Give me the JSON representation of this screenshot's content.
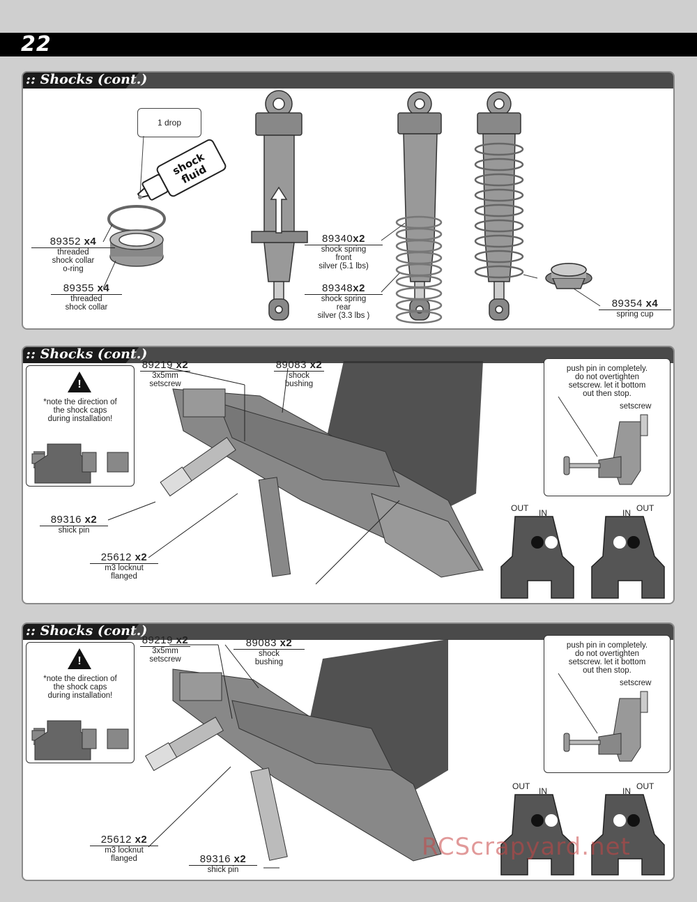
{
  "page": {
    "number": "22"
  },
  "panels": [
    {
      "title": ":: Shocks (cont.)",
      "callouts": {
        "drop": "1 drop",
        "bottle_label_1": "shock",
        "bottle_label_2": "fluid",
        "oring_pn": "89352",
        "oring_qty": "x4",
        "oring_desc": [
          "threaded",
          "shock collar",
          "o-ring"
        ],
        "collar_pn": "89355",
        "collar_qty": "x4",
        "collar_desc": [
          "threaded",
          "shock collar"
        ],
        "front_spring_pn": "89340",
        "front_spring_qty": "x2",
        "front_spring_desc": [
          "shock spring",
          "front",
          "silver (5.1 lbs)"
        ],
        "rear_spring_pn": "89348",
        "rear_spring_qty": "x2",
        "rear_spring_desc": [
          "shock spring",
          "rear",
          "silver (3.3 lbs )"
        ],
        "cup_pn": "89354",
        "cup_qty": "x4",
        "cup_desc": "spring cup"
      }
    },
    {
      "title": ":: Shocks (cont.)",
      "note": [
        "*note the direction of",
        "the shock caps",
        "during installation!"
      ],
      "pin_note": [
        "push pin in completely.",
        "do not overtighten",
        "setscrew. let it bottom",
        "out then stop."
      ],
      "setscrew_label": "setscrew",
      "out_label": "OUT",
      "in_label": "IN",
      "callouts": {
        "setscrew_pn": "89219",
        "setscrew_qty": "x2",
        "setscrew_desc": [
          "3x5mm",
          "setscrew"
        ],
        "bushing_pn": "89083",
        "bushing_qty": "x2",
        "bushing_desc": [
          "shock",
          "bushing"
        ],
        "pin_pn": "89316",
        "pin_qty": "x2",
        "pin_desc": "shick pin",
        "locknut_pn": "25612",
        "locknut_qty": "x2",
        "locknut_desc": [
          "m3 locknut",
          "flanged"
        ]
      }
    },
    {
      "title": ":: Shocks (cont.)",
      "note": [
        "*note the direction of",
        "the shock caps",
        "during installation!"
      ],
      "pin_note": [
        "push pin in completely.",
        "do not overtighten",
        "setscrew. let it bottom",
        "out then stop."
      ],
      "setscrew_label": "setscrew",
      "out_label": "OUT",
      "in_label": "IN",
      "callouts": {
        "setscrew_pn": "89219",
        "setscrew_qty": "x2",
        "setscrew_desc": [
          "3x5mm",
          "setscrew"
        ],
        "bushing_pn": "89083",
        "bushing_qty": "x2",
        "bushing_desc": [
          "shock",
          "bushing"
        ],
        "locknut_pn": "25612",
        "locknut_qty": "x2",
        "locknut_desc": [
          "m3 locknut",
          "flanged"
        ],
        "pin_pn": "89316",
        "pin_qty": "x2",
        "pin_desc": "shick pin"
      }
    }
  ],
  "watermark": "RCScrapyard.net"
}
